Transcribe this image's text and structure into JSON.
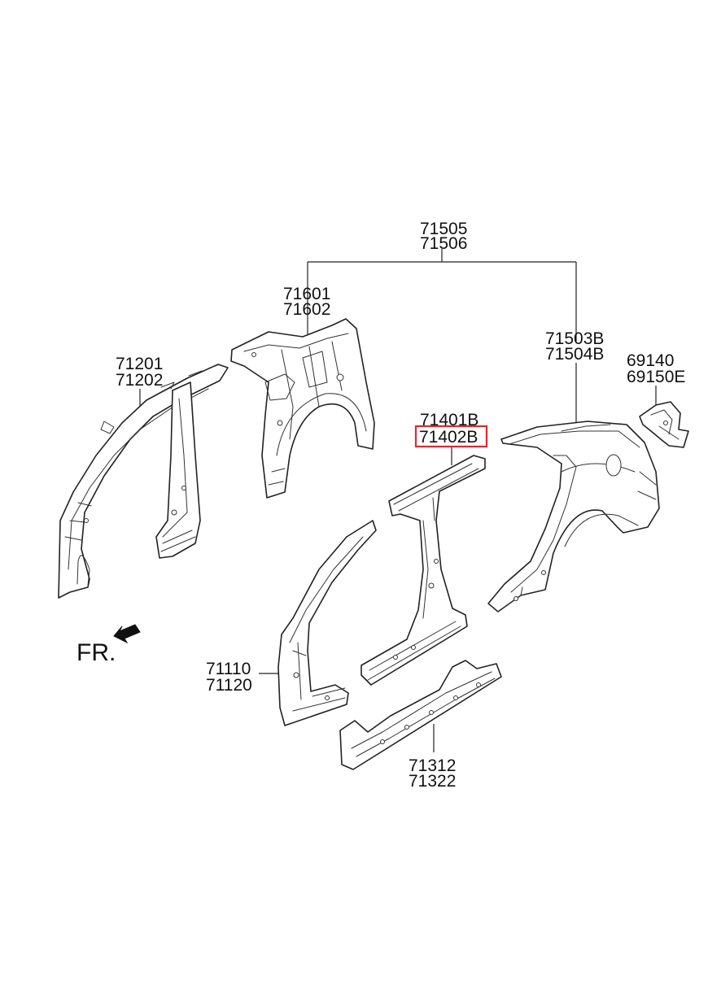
{
  "labels": {
    "p71505": [
      "71505",
      "71506"
    ],
    "p71601": [
      "71601",
      "71602"
    ],
    "p71201": [
      "71201",
      "71202"
    ],
    "p71503": [
      "71503B",
      "71504B"
    ],
    "p69140": [
      "69140",
      "69150E"
    ],
    "p71401": [
      "71401B",
      "71402B"
    ],
    "p71110": [
      "71110",
      "71120"
    ],
    "p71312": [
      "71312",
      "71322"
    ]
  },
  "direction": "FR.",
  "highlighted_part": "71402B",
  "colors": {
    "highlight": "#e0282e",
    "line": "#222222",
    "background": "#ffffff"
  },
  "icons": [
    "front-direction-arrow-icon"
  ]
}
